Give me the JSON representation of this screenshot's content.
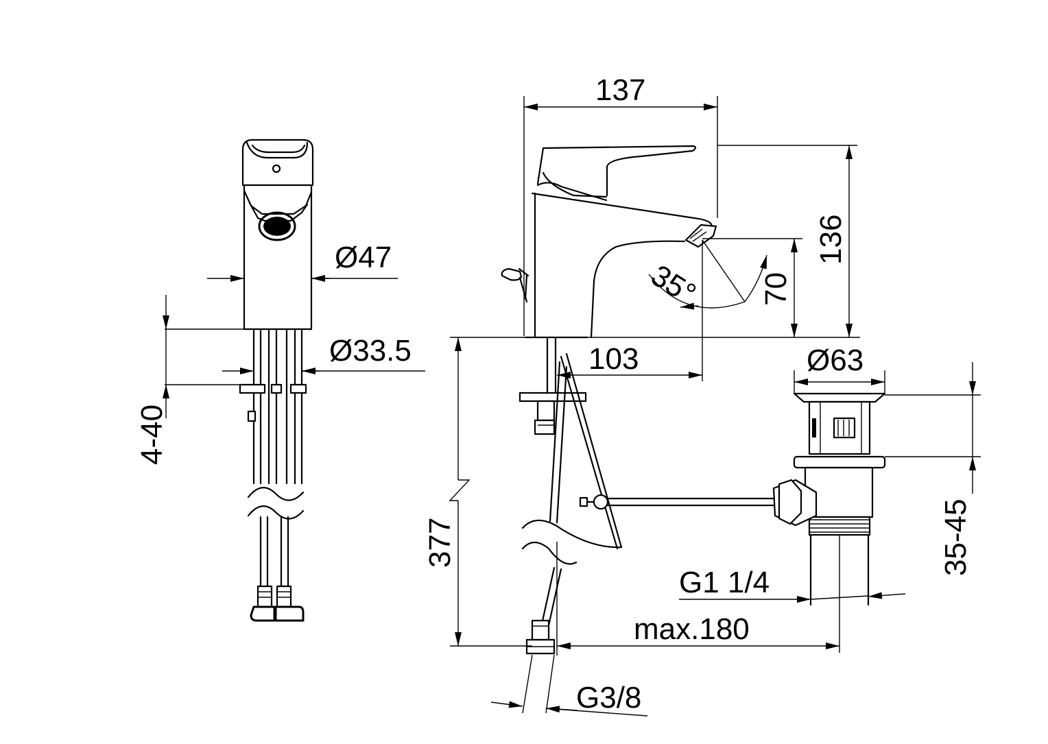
{
  "dimensions": {
    "diameter_47": "Ø47",
    "diameter_33_5": "Ø33.5",
    "range_4_40": "4-40",
    "width_137": "137",
    "height_136": "136",
    "height_70": "70",
    "angle_35": "35°",
    "reach_103": "103",
    "diameter_63": "Ø63",
    "length_377": "377",
    "range_35_45": "35-45",
    "thread_g1_1_4": "G1 1/4",
    "max_180": "max.180",
    "thread_g3_8": "G3/8"
  }
}
